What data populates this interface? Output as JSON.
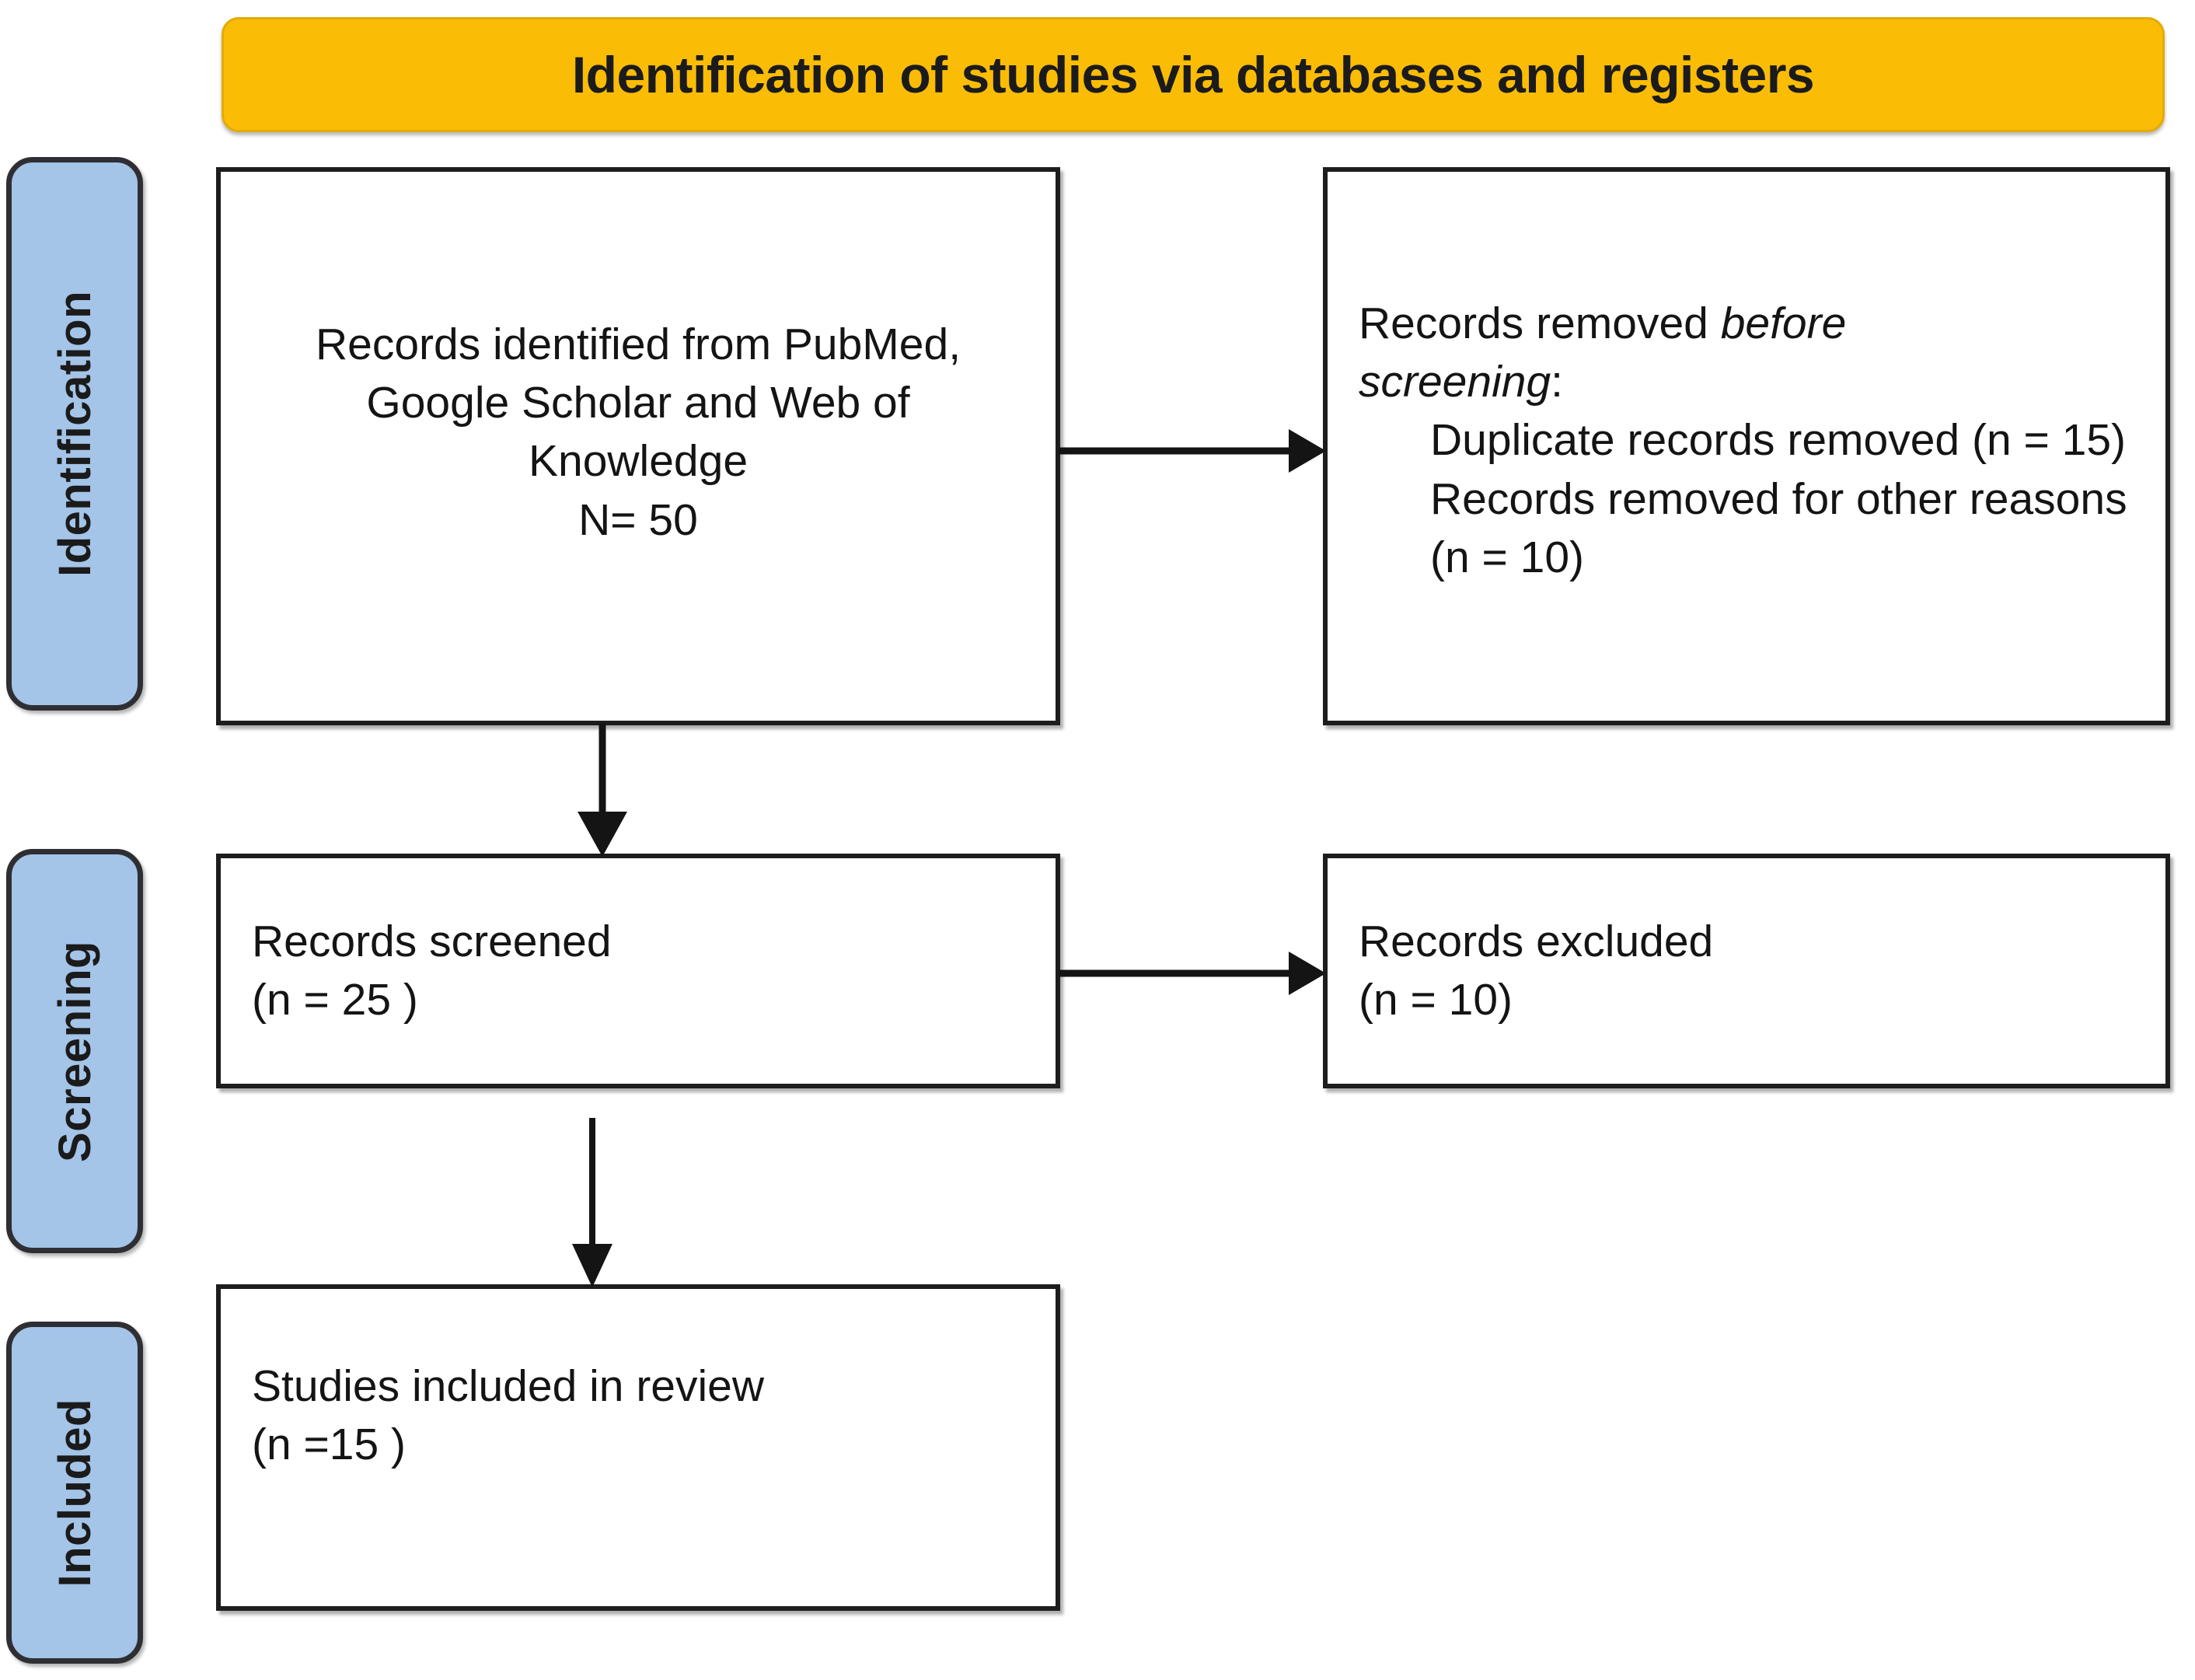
{
  "header": {
    "title": "Identification of studies via databases and registers",
    "background_color": "#FBBC06",
    "text_color": "#1b1b1b"
  },
  "stages": [
    {
      "id": "identification",
      "label": "Identification",
      "color": "#A4C4E8"
    },
    {
      "id": "screening",
      "label": "Screening",
      "color": "#A4C4E8"
    },
    {
      "id": "included",
      "label": "Included",
      "color": "#A4C4E8"
    }
  ],
  "boxes": {
    "identified": {
      "text": "Records identified from PubMed,\nGoogle Scholar and Web of\nKnowledge\nN= 50",
      "align": "center"
    },
    "removed": {
      "line1_prefix": "Records removed ",
      "line1_italic": "before\nscreening",
      "line1_suffix": ":",
      "item1": "Duplicate records removed (n = 15)",
      "item2": "Records removed for other reasons (n = 10)",
      "align": "left"
    },
    "screened": {
      "text": "Records screened\n(n = 25 )",
      "align": "left"
    },
    "excluded": {
      "text": "Records excluded\n(n = 10)",
      "align": "left"
    },
    "included": {
      "text": "Studies included in review\n(n =15 )",
      "align": "left"
    }
  },
  "connectors": [
    {
      "id": "identified-to-removed",
      "direction": "right",
      "from": "identified",
      "to": "removed"
    },
    {
      "id": "identified-to-screened",
      "direction": "down",
      "from": "identified",
      "to": "screened"
    },
    {
      "id": "screened-to-excluded",
      "direction": "right",
      "from": "screened",
      "to": "excluded"
    },
    {
      "id": "screened-to-included",
      "direction": "down",
      "from": "screened",
      "to": "included"
    }
  ],
  "chart_data": {
    "type": "diagram",
    "title": "Identification of studies via databases and registers",
    "diagram_kind": "PRISMA flow diagram",
    "nodes": [
      {
        "id": "identified",
        "stage": "Identification",
        "label": "Records identified from PubMed, Google Scholar and Web of Knowledge",
        "count_label": "N= 50",
        "n": 50
      },
      {
        "id": "removed",
        "stage": "Identification",
        "label": "Records removed before screening:",
        "items": [
          {
            "label": "Duplicate records removed",
            "n": 15,
            "count_label": "(n = 15)"
          },
          {
            "label": "Records removed for other reasons",
            "n": 10,
            "count_label": "(n = 10)"
          }
        ]
      },
      {
        "id": "screened",
        "stage": "Screening",
        "label": "Records screened",
        "count_label": "(n = 25 )",
        "n": 25
      },
      {
        "id": "excluded",
        "stage": "Screening",
        "label": "Records excluded",
        "count_label": "(n = 10)",
        "n": 10
      },
      {
        "id": "included",
        "stage": "Included",
        "label": "Studies included in review",
        "count_label": "(n =15 )",
        "n": 15
      }
    ],
    "edges": [
      {
        "from": "identified",
        "to": "removed",
        "direction": "right"
      },
      {
        "from": "identified",
        "to": "screened",
        "direction": "down"
      },
      {
        "from": "screened",
        "to": "excluded",
        "direction": "right"
      },
      {
        "from": "screened",
        "to": "included",
        "direction": "down"
      }
    ]
  }
}
